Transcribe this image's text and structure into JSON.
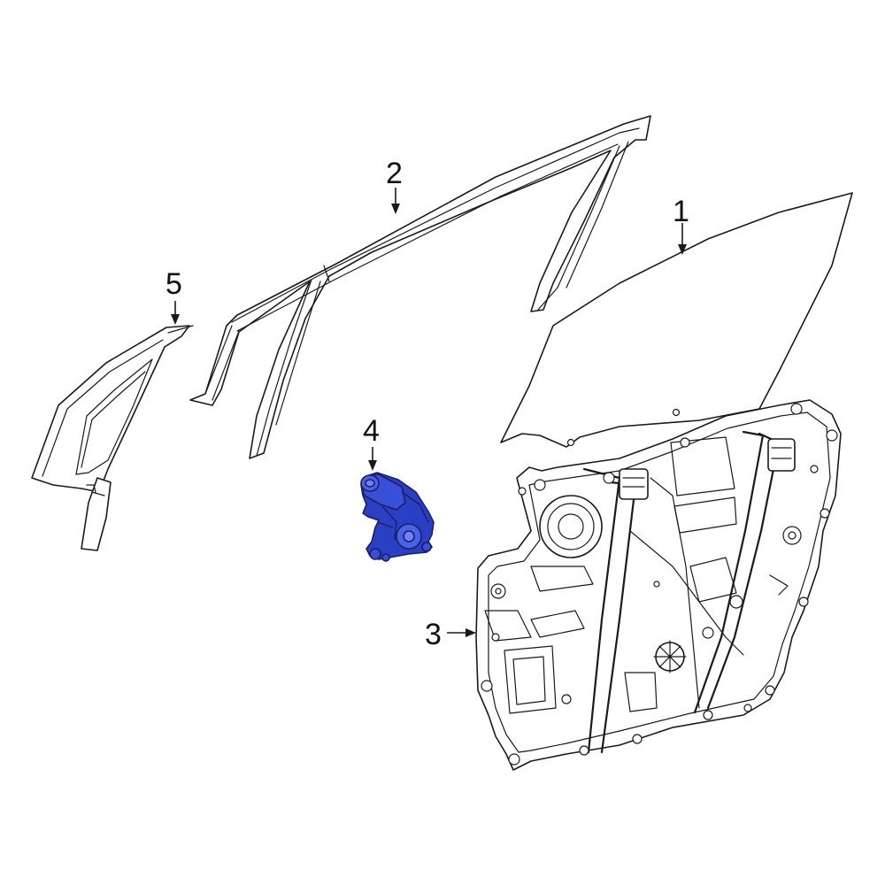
{
  "diagram": {
    "callouts": [
      {
        "id": "1",
        "label": "1"
      },
      {
        "id": "2",
        "label": "2"
      },
      {
        "id": "3",
        "label": "3"
      },
      {
        "id": "4",
        "label": "4"
      },
      {
        "id": "5",
        "label": "5"
      }
    ],
    "colors": {
      "line": "#1a1a1a",
      "highlight_fill": "#2b3fc4",
      "highlight_dark": "#1b1f66",
      "background": "#ffffff"
    }
  }
}
